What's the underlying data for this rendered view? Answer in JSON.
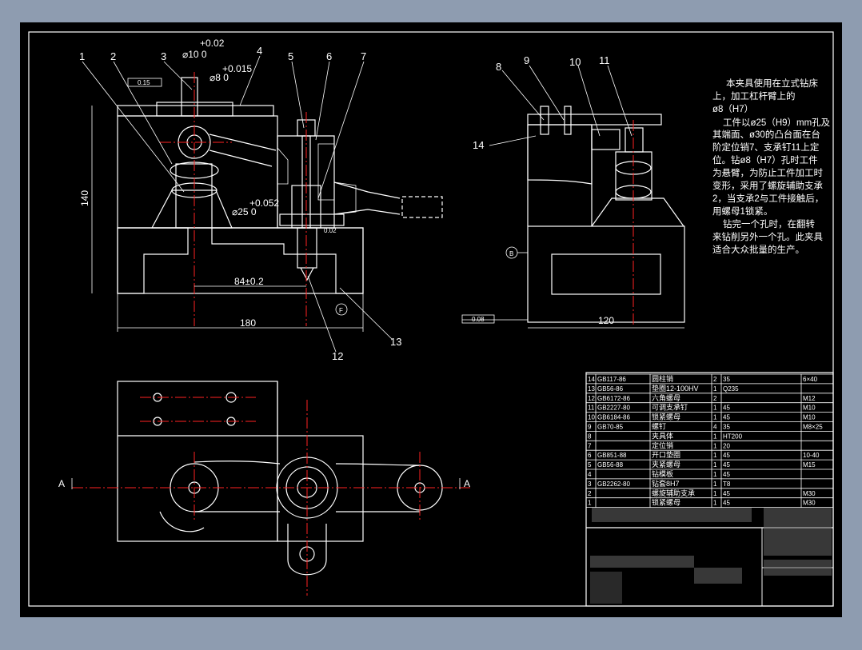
{
  "colors": {
    "background": "#8e9cb0",
    "sheet": "#000000",
    "line": "#ffffff",
    "centerline": "#ff2222",
    "hatch": "#4aa0ff"
  },
  "balloons_front": [
    "1",
    "2",
    "3",
    "4",
    "5",
    "6",
    "7"
  ],
  "balloons_side": [
    "8",
    "9",
    "10",
    "11"
  ],
  "balloon_12": "12",
  "balloon_13": "13",
  "balloon_14": "14",
  "dims": {
    "d1_tol": "+0.02",
    "d1_base": "⌀10 0",
    "d2_tol": "+0.015",
    "d2_base": "⌀8 0",
    "d3_tol": "+0.052",
    "d3_base": "⌀25 0",
    "h140": "140",
    "w180": "180",
    "c84": "84±0.2",
    "w120": "120",
    "ref_b": "B",
    "ref_f": "F",
    "ref_a1": "A",
    "ref_a2": "A",
    "gdt1": "0.15",
    "gdt2": "0.08",
    "gdt3": "0.02"
  },
  "notes": [
    "本夹具使用在立式钻床",
    "上，加工杠杆臂上的",
    "ø8（H7）",
    "工件以ø25（H9）mm孔及",
    "其端面、ø30的凸台面在台",
    "阶定位销7、支承钉11上定",
    "位。钻ø8（H7）孔时工件",
    "为悬臂，为防止工件加工时",
    "变形，采用了螺旋辅助支承",
    "2，当支承2与工件接触后，",
    "用螺母1锁紧。",
    "钻完一个孔时，在翻转",
    "来钻削另外一个孔。此夹具",
    "适合大众批量的生产。"
  ],
  "bom": [
    {
      "no": "14",
      "code": "GB117-86",
      "name": "圆柱销",
      "qty": "2",
      "mat": "35",
      "note": "6×40"
    },
    {
      "no": "13",
      "code": "GB56-86",
      "name": "垫圈12-100HV",
      "qty": "1",
      "mat": "Q235",
      "note": ""
    },
    {
      "no": "12",
      "code": "GB6172-86",
      "name": "六角螺母",
      "qty": "2",
      "mat": "",
      "note": "M12"
    },
    {
      "no": "11",
      "code": "GB2227-80",
      "name": "可调支承钉",
      "qty": "1",
      "mat": "45",
      "note": "M10"
    },
    {
      "no": "10",
      "code": "GB6184-86",
      "name": "锁紧螺母",
      "qty": "1",
      "mat": "45",
      "note": "M10"
    },
    {
      "no": "9",
      "code": "GB70-85",
      "name": "螺钉",
      "qty": "4",
      "mat": "35",
      "note": "M8×25"
    },
    {
      "no": "8",
      "code": "",
      "name": "夹具体",
      "qty": "1",
      "mat": "HT200",
      "note": ""
    },
    {
      "no": "7",
      "code": "",
      "name": "定位销",
      "qty": "1",
      "mat": "20",
      "note": ""
    },
    {
      "no": "6",
      "code": "GB851-88",
      "name": "开口垫圈",
      "qty": "1",
      "mat": "45",
      "note": "10-40"
    },
    {
      "no": "5",
      "code": "GB56-88",
      "name": "夹紧螺母",
      "qty": "1",
      "mat": "45",
      "note": "M15"
    },
    {
      "no": "4",
      "code": "",
      "name": "钻模板",
      "qty": "1",
      "mat": "45",
      "note": ""
    },
    {
      "no": "3",
      "code": "GB2262-80",
      "name": "钻套8H7",
      "qty": "1",
      "mat": "T8",
      "note": ""
    },
    {
      "no": "2",
      "code": "",
      "name": "螺旋辅助支承",
      "qty": "1",
      "mat": "45",
      "note": "M30"
    },
    {
      "no": "1",
      "code": "",
      "name": "锁紧螺母",
      "qty": "1",
      "mat": "45",
      "note": "M30"
    }
  ]
}
